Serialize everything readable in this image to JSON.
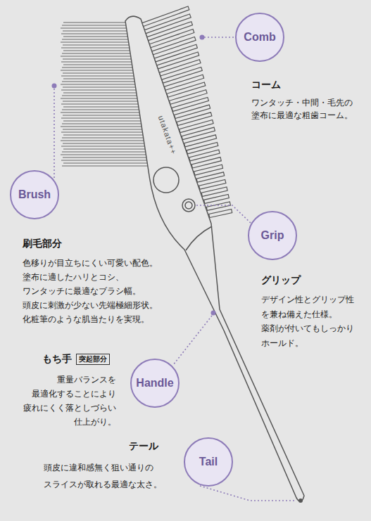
{
  "diagram": {
    "nodes": [
      {
        "text": [
          "Comb"
        ]
      },
      {
        "text": [
          "Brush"
        ]
      },
      {
        "text": [
          "Grip"
        ]
      },
      {
        "text": [
          "突起部分"
        ]
      },
      {
        "text": [
          "Handle"
        ]
      },
      {
        "text": [
          "Tail"
        ]
      }
    ],
    "labels": [
      "utakata++",
      "コーム",
      "ワンタッチ・中間・毛先の 塗布に最適な粗歯コーム。",
      "刷毛部分",
      "色移りが目立ちにくい可愛い配色。 塗布に適したハリとコシ、 ワンタッチに最適なブラシ幅。 頭皮に刺激が少ない先端極細形状。 化粧筆のような肌当たりを実現。",
      "グリップ",
      "デザイン性とグリップ性 を兼ね備えた仕様。 薬剤が付いてもしっかり ホールド。",
      "もち手",
      "重量バランスを 最適化することにより 疲れにくく落としづらい 仕上がり。",
      "テール",
      "頭皮に違和感無く狙い通りの スライスが取れる最適な太さ。"
    ]
  }
}
